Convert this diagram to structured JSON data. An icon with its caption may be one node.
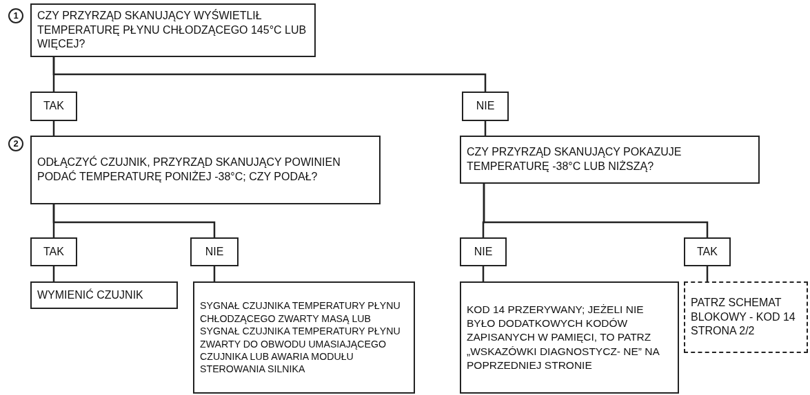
{
  "diagram": {
    "nodes": [
      {
        "text": [
          "CZY PRZYRZĄD SKANUJĄCY WYŚWIETLIŁ TEMPERATURĘ PŁYNU CHŁODZĄCEGO 145°C LUB WIĘCEJ?"
        ],
        "beside": [
          "1"
        ]
      },
      {
        "text": [
          "TAK"
        ]
      },
      {
        "text": [
          "NIE"
        ]
      },
      {
        "text": [
          "ODŁĄCZYĆ CZUJNIK, PRZYRZĄD SKANUJĄCY POWINIEN PODAĆ TEMPERATURĘ PONIŻEJ -38°C; CZY PODAŁ?"
        ],
        "beside": [
          "2"
        ]
      },
      {
        "text": [
          "CZY PRZYRZĄD SKANUJĄCY POKAZUJE TEMPERATURĘ -38°C LUB NIŻSZĄ?"
        ]
      },
      {
        "text": [
          "TAK"
        ]
      },
      {
        "text": [
          "NIE"
        ]
      },
      {
        "text": [
          "WYMIENIĆ CZUJNIK"
        ]
      },
      {
        "text": [
          "SYGNAŁ CZUJNIKA TEMPERATURY PŁYNU CHŁODZĄCEGO ZWARTY MASĄ LUB SYGNAŁ CZUJNIKA TEMPERATURY PŁYNU ZWARTY DO OBWODU UMASIAJĄCEGO CZUJNIKA LUB AWARIA MODUŁU STEROWANIA SILNIKA"
        ]
      },
      {
        "text": [
          "NIE"
        ]
      },
      {
        "text": [
          "TAK"
        ]
      },
      {
        "text": [
          "KOD 14 PRZERYWANY; JEŻELI NIE BYŁO DODATKOWYCH KODÓW ZAPISANYCH W PAMIĘCI, TO PATRZ „WSKAZÓWKI DIAGNOSTYCZ- NE” NA POPRZEDNIEJ STRONIE"
        ]
      },
      {
        "text": [
          "PATRZ SCHEMAT BLOKOWY - KOD 14 STRONA 2/2"
        ]
      }
    ],
    "edges": [
      {
        "from": 0,
        "to": 1,
        "arrow": "none"
      },
      {
        "from": 0,
        "to": 2,
        "arrow": "none"
      },
      {
        "from": 1,
        "to": 3,
        "arrow": "none"
      },
      {
        "from": 2,
        "to": 4,
        "arrow": "none"
      },
      {
        "from": 3,
        "to": 5,
        "arrow": "none"
      },
      {
        "from": 3,
        "to": 6,
        "arrow": "none"
      },
      {
        "from": 5,
        "to": 7,
        "arrow": "none"
      },
      {
        "from": 6,
        "to": 8,
        "arrow": "none"
      },
      {
        "from": 4,
        "to": 9,
        "arrow": "none"
      },
      {
        "from": 4,
        "to": 10,
        "arrow": "none"
      },
      {
        "from": 9,
        "to": 11,
        "arrow": "none"
      },
      {
        "from": 10,
        "to": 12,
        "arrow": "none"
      }
    ]
  }
}
